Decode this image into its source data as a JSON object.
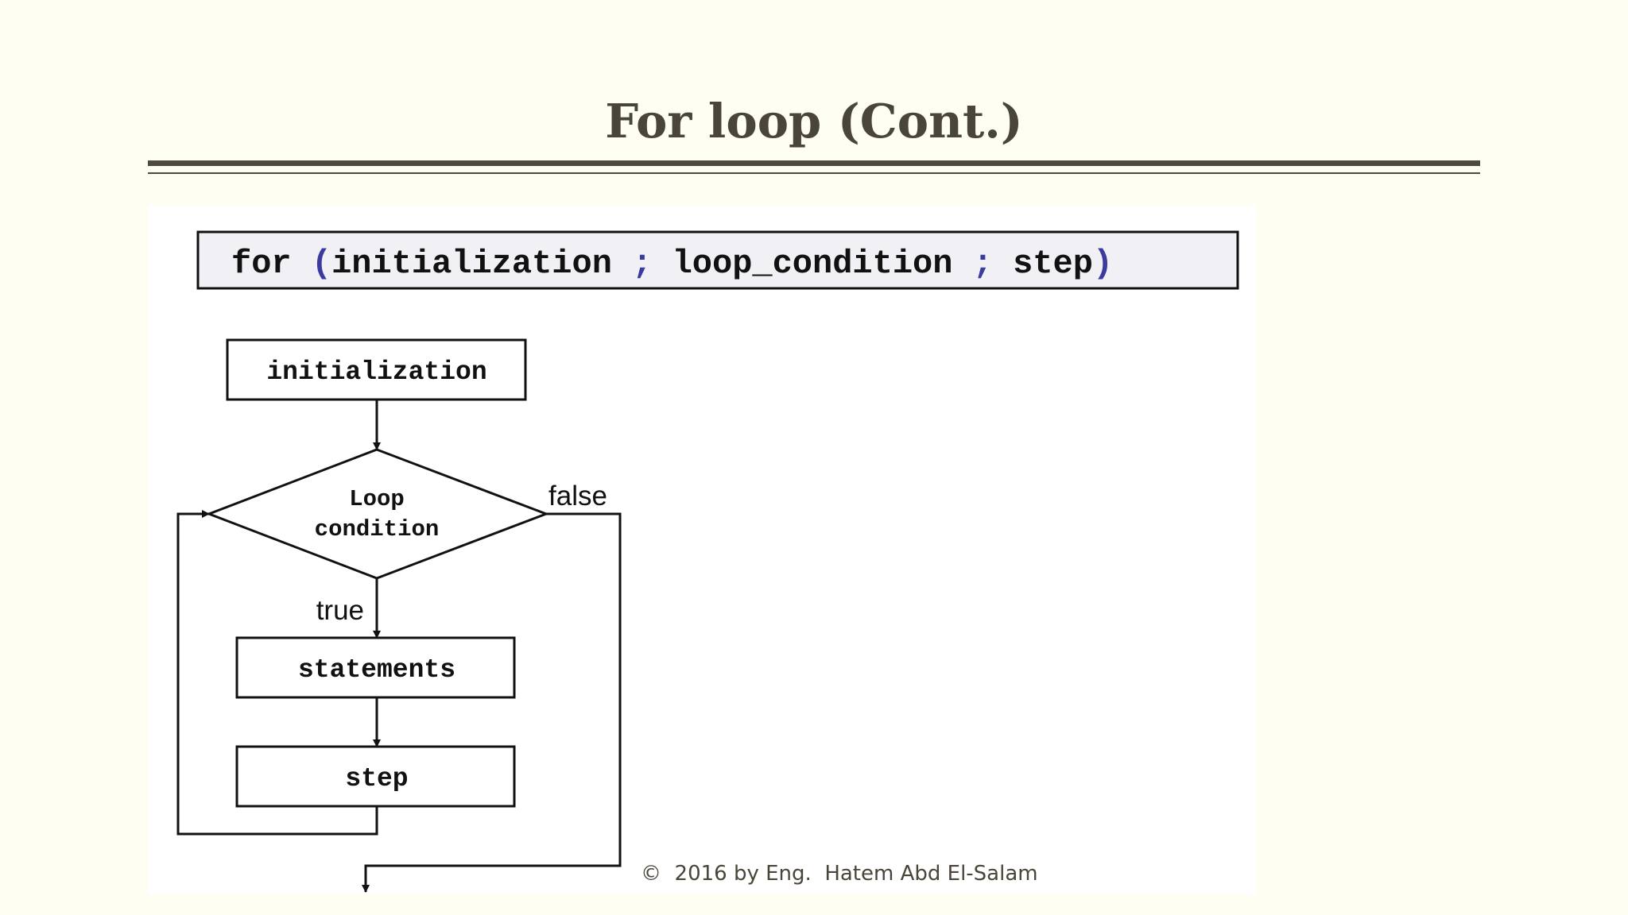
{
  "slide": {
    "title": "For loop (Cont.)",
    "footer": "©  2016 by Eng.  Hatem Abd El-Salam"
  },
  "syntax": {
    "keyword": "for",
    "open_paren": "(",
    "init": "initialization",
    "sep1": ";",
    "condition": "loop_condition",
    "sep2": ";",
    "step": "step",
    "close_paren": ")"
  },
  "flowchart": {
    "init_box": "initialization",
    "decision_line1": "Loop",
    "decision_line2": "condition",
    "true_label": "true",
    "false_label": "false",
    "statements_box": "statements",
    "step_box": "step"
  },
  "colors": {
    "background": "#fefef2",
    "title_text": "#4a4539",
    "rule": "#4f4a3f",
    "syntax_box_fill": "#f0f0f5",
    "syntax_punctuation": "#3b3aa0",
    "diagram_stroke": "#111111"
  }
}
